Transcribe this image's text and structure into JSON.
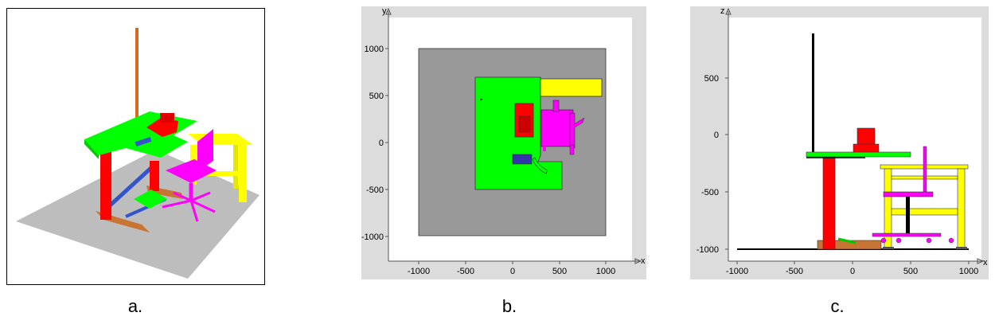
{
  "figure": {
    "panels": [
      {
        "id": "a",
        "caption": "a.",
        "view": "3D perspective"
      },
      {
        "id": "b",
        "caption": "b.",
        "view": "top (x-y)"
      },
      {
        "id": "c",
        "caption": "c.",
        "view": "side (x-z)"
      }
    ]
  },
  "panel_b": {
    "x_axis_label": "x",
    "y_axis_label": "y",
    "x_ticks": [
      "-1000",
      "-500",
      "0",
      "500",
      "1000"
    ],
    "y_ticks": [
      "1000",
      "500",
      "0",
      "-500",
      "-1000"
    ]
  },
  "panel_c": {
    "x_axis_label": "x",
    "z_axis_label": "z",
    "x_ticks": [
      "-1000",
      "-500",
      "0",
      "500",
      "1000"
    ],
    "z_ticks": [
      "500",
      "0",
      "-500",
      "-1000"
    ]
  },
  "colors": {
    "desk": "#00ff00",
    "legs": "#ff0000",
    "chair": "#ff00ff",
    "side_table": "#ffff00",
    "floor": "#999999",
    "feet": "#c87533",
    "support_bar": "#3355cc",
    "lamp": "#000000"
  }
}
